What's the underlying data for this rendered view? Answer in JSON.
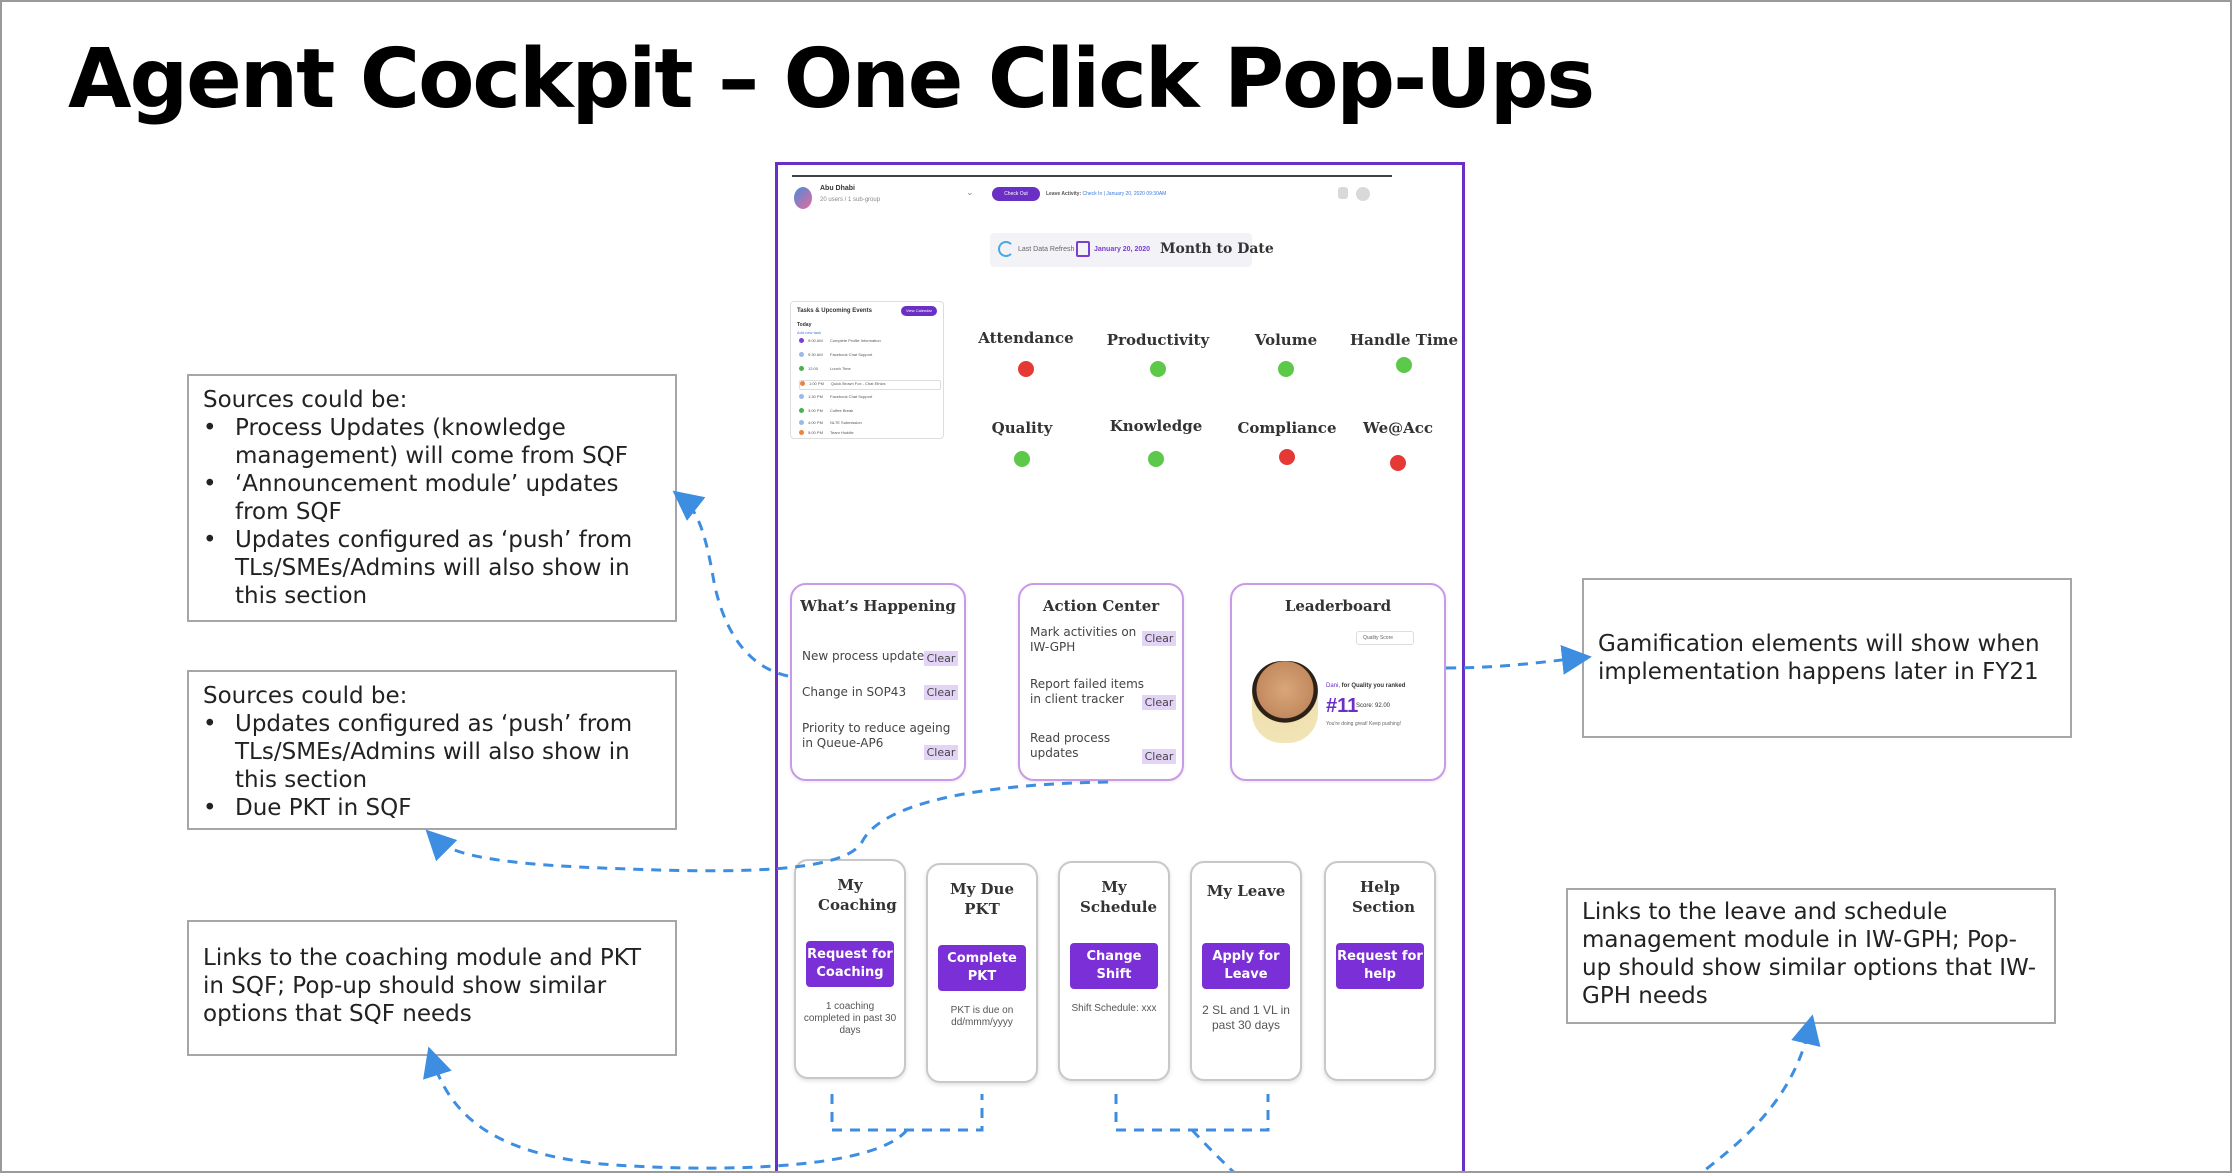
{
  "title": "Agent Cockpit – One Click Pop-Ups",
  "notes": {
    "left1": {
      "heading": "Sources could be:",
      "items": [
        "Process Updates (knowledge management) will come from SQF",
        "‘Announcement module’ updates from SQF",
        "Updates configured as ‘push’ from TLs/SMEs/Admins will also show in this section"
      ]
    },
    "left2": {
      "heading": "Sources could be:",
      "items": [
        "Updates configured as ‘push’ from TLs/SMEs/Admins will also show in this section",
        "Due PKT in SQF"
      ]
    },
    "left3": {
      "text": "Links to the coaching module and PKT in SQF; Pop-up should show similar options that SQF needs"
    },
    "right1": {
      "text": "Gamification elements will show when implementation happens later in FY21"
    },
    "right2": {
      "text": "Links to the leave and schedule management module in IW-GPH; Pop-up should show similar options that IW-GPH needs"
    }
  },
  "mockup": {
    "header": {
      "user_name": "Abu Dhabi",
      "user_sub": "20 users / 1 sub-group",
      "checkout_label": "Check Out",
      "leave_activity_label": "Leave Activity:",
      "leave_activity_value": "Check In | January 20, 2020 09:30AM"
    },
    "refresh": {
      "label": "Last Data Refresh",
      "date": "January 20, 2020",
      "period": "Month to Date"
    },
    "tasks": {
      "title": "Tasks & Upcoming Events",
      "button": "View Calendar",
      "today": "Today",
      "add": "Add new task",
      "items": [
        {
          "time": "9:00 AM",
          "label": "Complete Profile Information",
          "color": "#7a3fd0"
        },
        {
          "time": "9:30 AM",
          "label": "Facebook Chat Support",
          "color": "#9db8e8"
        },
        {
          "time": "12:00",
          "label": "Lunch Time",
          "color": "#4caf50"
        },
        {
          "time": "1:00 PM",
          "label": "Quick Brown Fox - Chat Ethics",
          "color": "#f08040"
        },
        {
          "time": "1:30 PM",
          "label": "Facebook Chat Support",
          "color": "#9db8e8"
        },
        {
          "time": "3:00 PM",
          "label": "Coffee Break",
          "color": "#4caf50"
        },
        {
          "time": "4:00 PM",
          "label": "NLTE Submission",
          "color": "#9db8e8"
        },
        {
          "time": "5:00 PM",
          "label": "Team Huddle",
          "color": "#f08040"
        }
      ]
    },
    "kpis": [
      {
        "label": "Attendance",
        "status": "#e53935"
      },
      {
        "label": "Productivity",
        "status": "#5cc94a"
      },
      {
        "label": "Volume",
        "status": "#5cc94a"
      },
      {
        "label": "Handle Time",
        "status": "#5cc94a"
      },
      {
        "label": "Quality",
        "status": "#5cc94a"
      },
      {
        "label": "Knowledge",
        "status": "#5cc94a"
      },
      {
        "label": "Compliance",
        "status": "#e53935"
      },
      {
        "label": "We@Acc",
        "status": "#e53935"
      }
    ],
    "whats_happening": {
      "title": "What’s Happening",
      "items": [
        "New process update",
        "Change in SOP43",
        "Priority to reduce ageing in Queue-AP6"
      ],
      "clear": "Clear"
    },
    "action_center": {
      "title": "Action Center",
      "items": [
        "Mark activities on IW-GPH",
        "Report failed items in client tracker",
        "Read process updates"
      ],
      "clear": "Clear"
    },
    "leaderboard": {
      "title": "Leaderboard",
      "select": "Quality Score",
      "line1_a": "Dani,",
      "line1_b": " for Quality you ranked",
      "rank": "#11",
      "score": "Score: 92.00",
      "footer": "You're doing great! Keep pushing!"
    },
    "tiles": [
      {
        "title": "My Coaching",
        "button": "Request for Coaching",
        "note": "1 coaching completed in past 30 days"
      },
      {
        "title": "My Due PKT",
        "button": "Complete PKT",
        "note": "PKT is due on dd/mmm/yyyy"
      },
      {
        "title": "My Schedule",
        "button": "Change Shift",
        "note": "Shift Schedule: xxx"
      },
      {
        "title": "My Leave",
        "button": "Apply for Leave",
        "note": "2 SL and 1 VL in past 30 days"
      },
      {
        "title": "Help Section",
        "button": "Request for help",
        "note": ""
      }
    ]
  },
  "colors": {
    "accent": "#7b2fd6",
    "border": "#6a2fc4",
    "arrow": "#3d8ee0"
  }
}
